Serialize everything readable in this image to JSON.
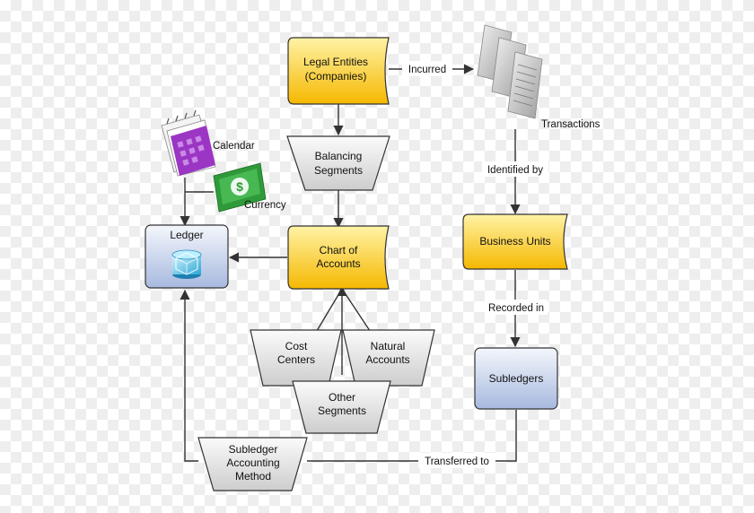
{
  "nodes": {
    "legal_entities": [
      "Legal Entities",
      "(Companies)"
    ],
    "transactions": "Transactions",
    "calendar": "Calendar",
    "currency": "Currency",
    "balancing_segments": [
      "Balancing",
      "Segments"
    ],
    "ledger": "Ledger",
    "chart_of_accounts": [
      "Chart of",
      "Accounts"
    ],
    "business_units": "Business Units",
    "cost_centers": [
      "Cost",
      "Centers"
    ],
    "natural_accounts": [
      "Natural",
      "Accounts"
    ],
    "other_segments": [
      "Other",
      "Segments"
    ],
    "subledgers": "Subledgers",
    "subledger_accounting_method": [
      "Subledger",
      "Accounting",
      "Method"
    ]
  },
  "edges": {
    "incurred": "Incurred",
    "identified_by": "Identified by",
    "recorded_in": "Recorded in",
    "transferred_to": "Transferred to"
  },
  "icons": {
    "transactions": "receipt-stack-icon",
    "calendar": "calendar-icon",
    "currency": "money-bill-icon",
    "ledger": "database-cube-icon"
  },
  "colors": {
    "yellow_top": "#fff3a6",
    "yellow_bottom": "#f5b800",
    "gray_top": "#f8f8f8",
    "gray_bottom": "#cfcfcf",
    "blue_top": "#f2f5fb",
    "blue_bottom": "#a9bbe0",
    "calendar_purple": "#9b35c4",
    "money_green": "#2f9a3a"
  }
}
